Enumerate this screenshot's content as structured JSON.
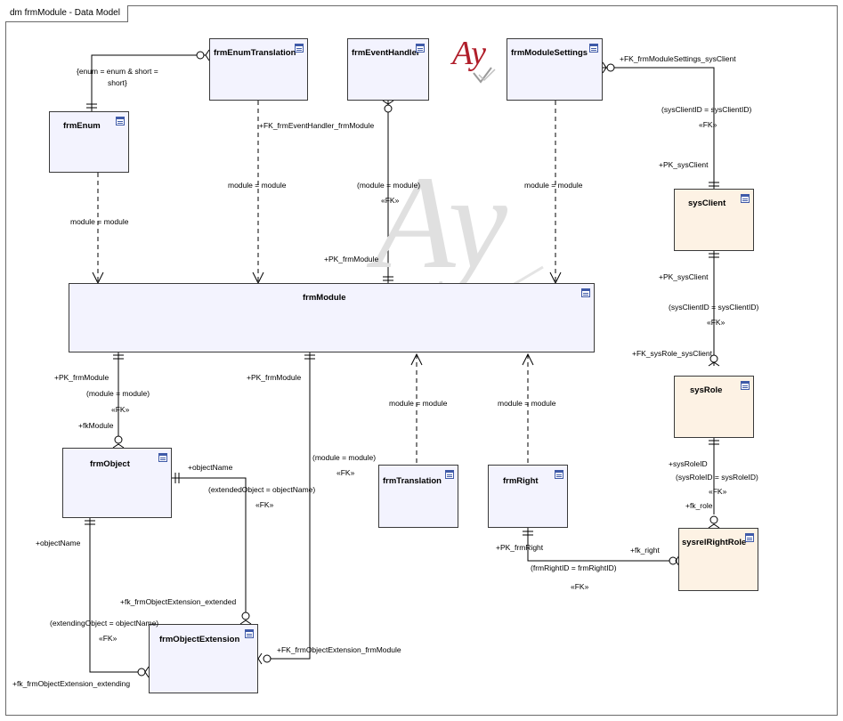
{
  "diagram": {
    "title": "dm frmModule - Data Model",
    "logo_text": "Ay",
    "entities": {
      "frmEnumTranslation": "frmEnumTranslation",
      "frmEventHandler": "frmEventHandler",
      "frmModuleSettings": "frmModuleSettings",
      "frmEnum": "frmEnum",
      "sysClient": "sysClient",
      "frmModule": "frmModule",
      "sysRole": "sysRole",
      "frmObject": "frmObject",
      "frmTranslation": "frmTranslation",
      "frmRight": "frmRight",
      "sysrelRightRole": "sysrelRightRole",
      "frmObjectExtension": "frmObjectExtension"
    },
    "labels": {
      "enum_join_1": "{enum = enum & short =",
      "enum_join_2": "short}",
      "fk_eventhandler": "+FK_frmEventHandler_frmModule",
      "fk_modulesettings": "+FK_frmModuleSettings_sysClient",
      "sysclientid_join_1": "(sysClientID = sysClientID)",
      "fk_stereo_1": "«FK»",
      "pk_sysclient_1": "+PK_sysClient",
      "module_module_enum": "module = module",
      "module_module_enumtrans": "module = module",
      "module_module_eventhandler": "(module = module)",
      "fk_stereo_2": "«FK»",
      "module_module_settings": "module = module",
      "pk_frmmodule_1": "+PK_frmModule",
      "pk_sysclient_2": "+PK_sysClient",
      "sysclientid_join_2": "(sysClientID = sysClientID)",
      "fk_stereo_3": "«FK»",
      "fk_sysrole_sysclient": "+FK_sysRole_sysClient",
      "pk_frmmodule_2": "+PK_frmModule",
      "module_module_object": "(module = module)",
      "fk_stereo_4": "«FK»",
      "fk_module": "+fkModule",
      "pk_frmmodule_3": "+PK_frmModule",
      "module_module_translation": "module = module",
      "module_module_right": "module = module",
      "sysroleid_label": "+sysRoleID",
      "sysroleid_join": "(sysRoleID = sysRoleID)",
      "fk_stereo_5": "«FK»",
      "fk_role": "+fk_role",
      "object_name_1": "+objectName",
      "extended_join": "(extendedObject = objectName)",
      "fk_stereo_6": "«FK»",
      "module_module_ext": "(module = module)",
      "fk_stereo_7": "«FK»",
      "object_name_2": "+objectName",
      "pk_frmright": "+PK_frmRight",
      "fk_right": "+fk_right",
      "frmrightid_join": "(frmRightID = frmRightID)",
      "fk_stereo_8": "«FK»",
      "fk_ext_extended": "+fk_frmObjectExtension_extended",
      "extending_join": "(extendingObject = objectName)",
      "fk_stereo_9": "«FK»",
      "fk_ext_module": "+FK_frmObjectExtension_frmModule",
      "fk_ext_extending": "+fk_frmObjectExtension_extending"
    }
  },
  "colors": {
    "entity_fill": "#f3f3fe",
    "sys_entity_fill": "#fdf2e4",
    "line": "#000000",
    "logo": "#b01e2a"
  }
}
